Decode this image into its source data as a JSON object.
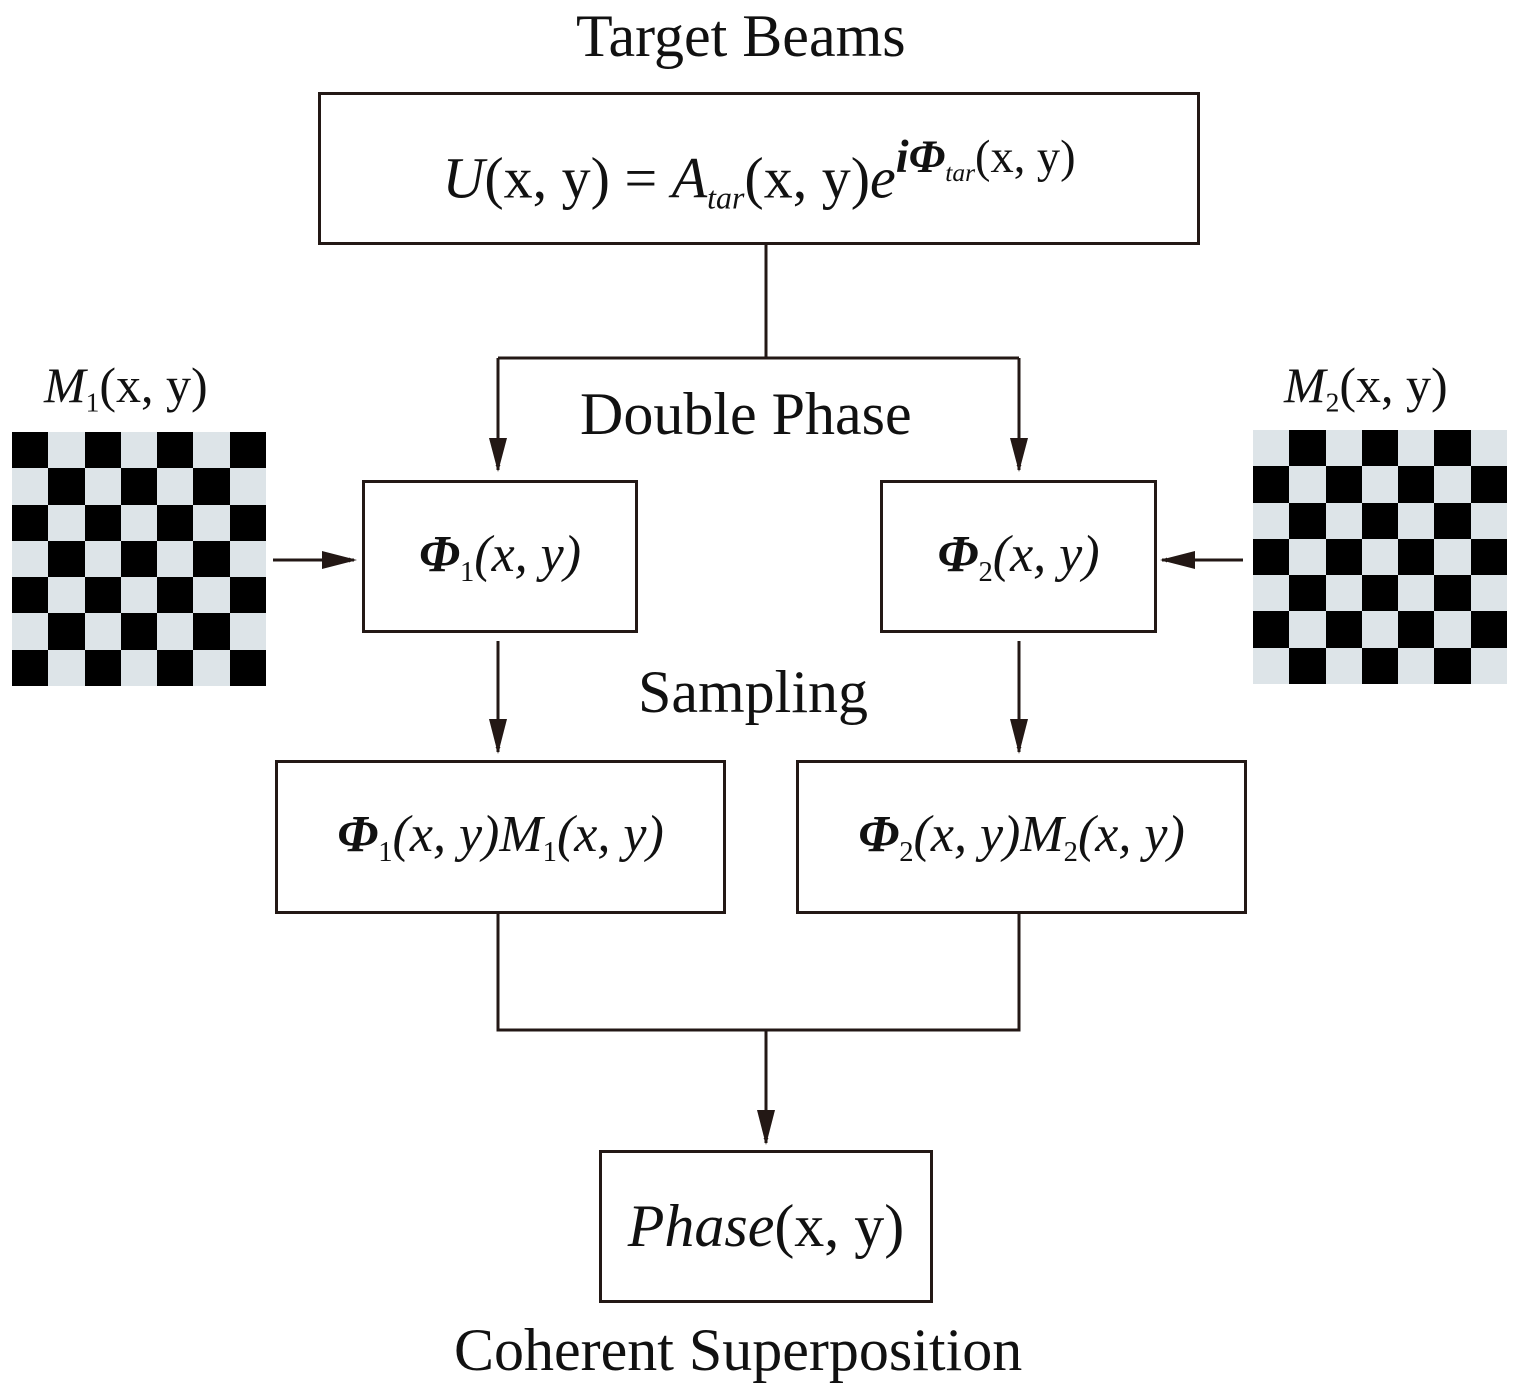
{
  "labels": {
    "top": "Target Beams",
    "double_phase": "Double Phase",
    "sampling": "Sampling",
    "bottom": "Coherent Superposition"
  },
  "equation": {
    "U": "U",
    "args": "(x, y)",
    "equals": " = ",
    "A": "A",
    "tar": "tar",
    "e": "e",
    "i_phi": "iΦ"
  },
  "mask_labels": {
    "m1": {
      "M": "M",
      "sub": "1",
      "args": "(x, y)"
    },
    "m2": {
      "M": "M",
      "sub": "2",
      "args": "(x, y)"
    }
  },
  "phi1": {
    "phi": "Φ",
    "sub": "1",
    "args": "(x, y)"
  },
  "phi2": {
    "phi": "Φ",
    "sub": "2",
    "args": "(x, y)"
  },
  "prod1": {
    "phi": "Φ",
    "sub": "1",
    "args": "(x, y)",
    "M": "M",
    "msub": "1",
    "margs": "(x, y)"
  },
  "prod2": {
    "phi": "Φ",
    "sub": "2",
    "args": "(x, y)",
    "M": "M",
    "msub": "2",
    "margs": "(x, y)"
  },
  "result": {
    "name": "Phase",
    "args": "(x, y)"
  },
  "colors": {
    "line": "#231815",
    "dark": "#000000",
    "light": "#dde4e8"
  }
}
